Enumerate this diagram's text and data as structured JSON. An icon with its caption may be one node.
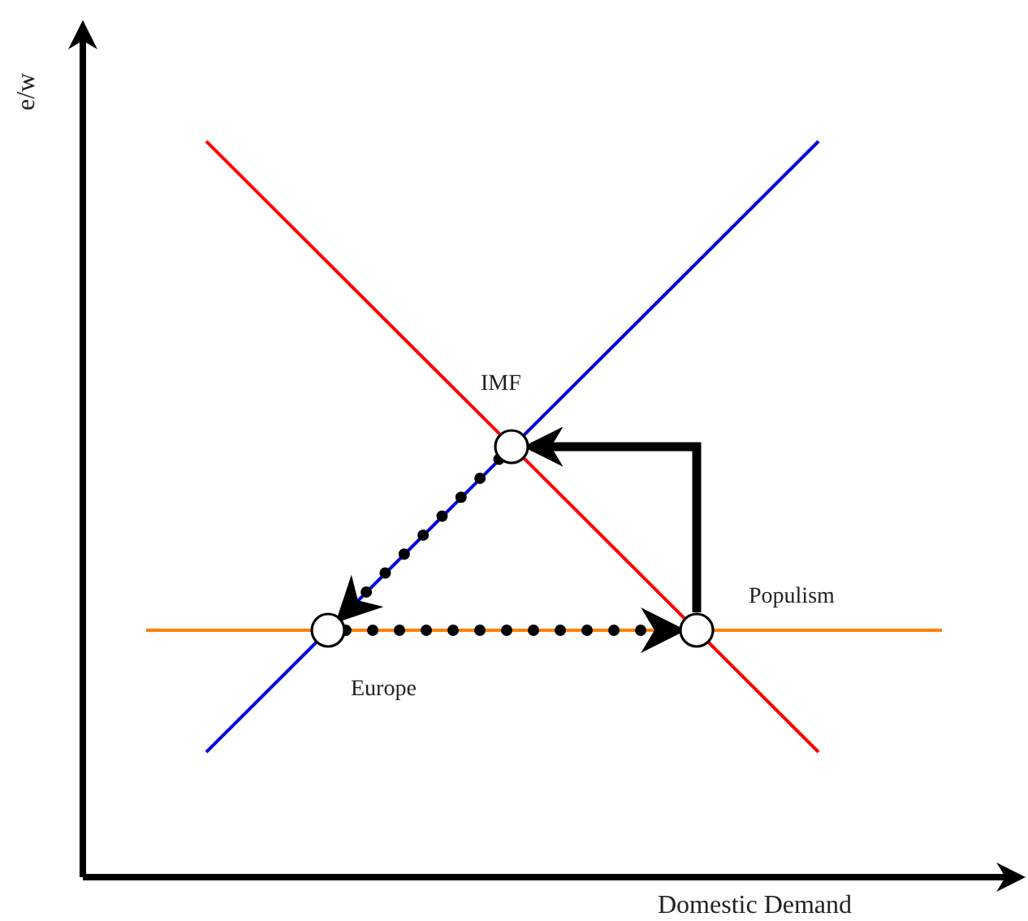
{
  "diagram": {
    "nodes": [
      {
        "text": [],
        "shape": "circle",
        "beside": [
          "IMF"
        ]
      },
      {
        "text": [],
        "shape": "circle",
        "beside": [
          "Europe"
        ]
      },
      {
        "text": [],
        "shape": "circle",
        "beside": [
          "Populism"
        ]
      }
    ],
    "edges": [
      {
        "from": 2,
        "to": 0,
        "arrow": "to"
      },
      {
        "from": 0,
        "to": 1,
        "arrow": "to",
        "style": "dashed"
      },
      {
        "from": 1,
        "to": 2,
        "arrow": "to",
        "style": "dashed"
      }
    ],
    "labels": [
      "e/w",
      "Domestic Demand"
    ]
  }
}
